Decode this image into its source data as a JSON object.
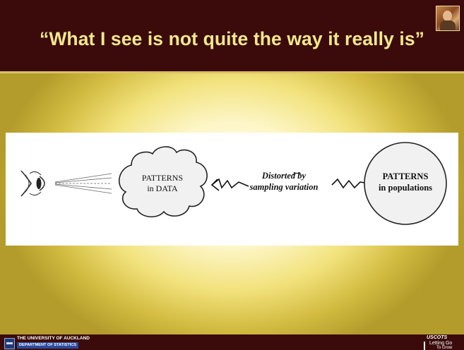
{
  "slide": {
    "title": "“What I see is not quite the way it really is”"
  },
  "diagram": {
    "cloud_line1": "PATTERNS",
    "cloud_line2": "in DATA",
    "middle_line1": "Distorted by",
    "middle_line2": "sampling variation",
    "circle_line1": "PATTERNS",
    "circle_line2": "in populations"
  },
  "footer": {
    "university": "THE UNIVERSITY OF AUCKLAND",
    "department": "DEPARTMENT OF STATISTICS",
    "conference": "USCOTS",
    "tagline1": "Letting Go",
    "tagline2": "To Grow"
  },
  "colors": {
    "title_bar": "#3b0b0b",
    "title_text": "#f3e88c",
    "background_center": "#fffdf0",
    "background_edge": "#b49c2c"
  }
}
